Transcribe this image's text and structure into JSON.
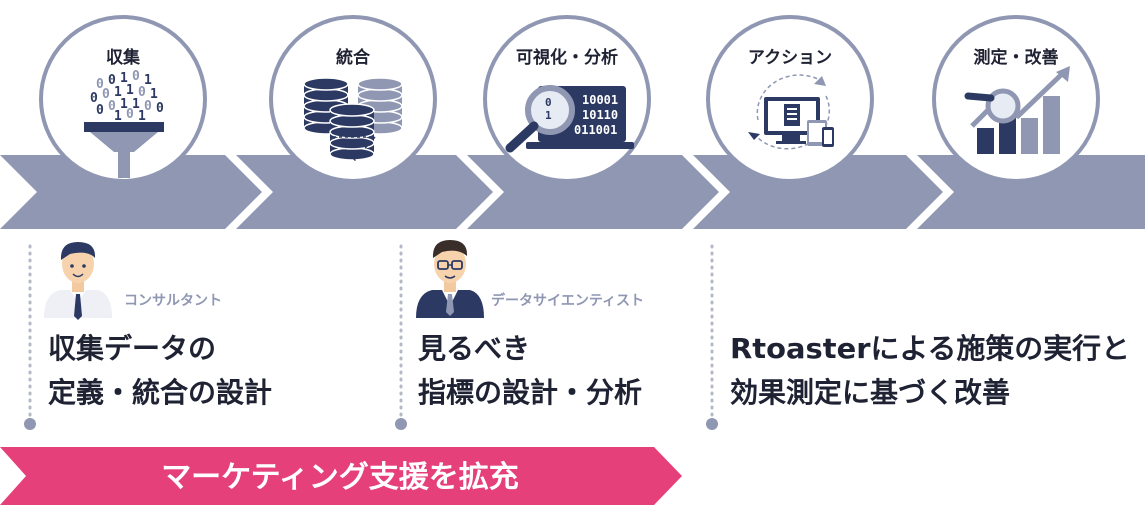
{
  "steps": [
    {
      "label": "収集",
      "icon": "funnel-data-icon"
    },
    {
      "label": "統合",
      "icon": "database-stack-icon"
    },
    {
      "label": "可視化・分析",
      "icon": "magnifier-laptop-icon"
    },
    {
      "label": "アクション",
      "icon": "devices-cycle-icon"
    },
    {
      "label": "測定・改善",
      "icon": "growth-chart-icon"
    }
  ],
  "funnel_bits": [
    "0",
    "0",
    "1",
    "0",
    "1",
    "0",
    "0",
    "1",
    "1",
    "0",
    "1",
    "0",
    "0",
    "1",
    "1",
    "0",
    "0",
    "1",
    "0",
    "1"
  ],
  "laptop_bits": [
    "10001",
    "10110",
    "011001"
  ],
  "roles": [
    {
      "role": "コンサルタント",
      "line1": "収集データの",
      "line2": "定義・統合の設計"
    },
    {
      "role": "データサイエンティスト",
      "line1": "見るべき",
      "line2": "指標の設計・分析"
    },
    {
      "role": "",
      "line1": "Rtoasterによる施策の実行と",
      "line2": "効果測定に基づく改善"
    }
  ],
  "banner": {
    "label": "マーケティング支援を拡充",
    "color": "#e5407a"
  },
  "colors": {
    "chevron": "#8f97b3",
    "circle_border": "#8f97b3",
    "navy": "#2c3a63",
    "accent_pink": "#e5407a"
  }
}
